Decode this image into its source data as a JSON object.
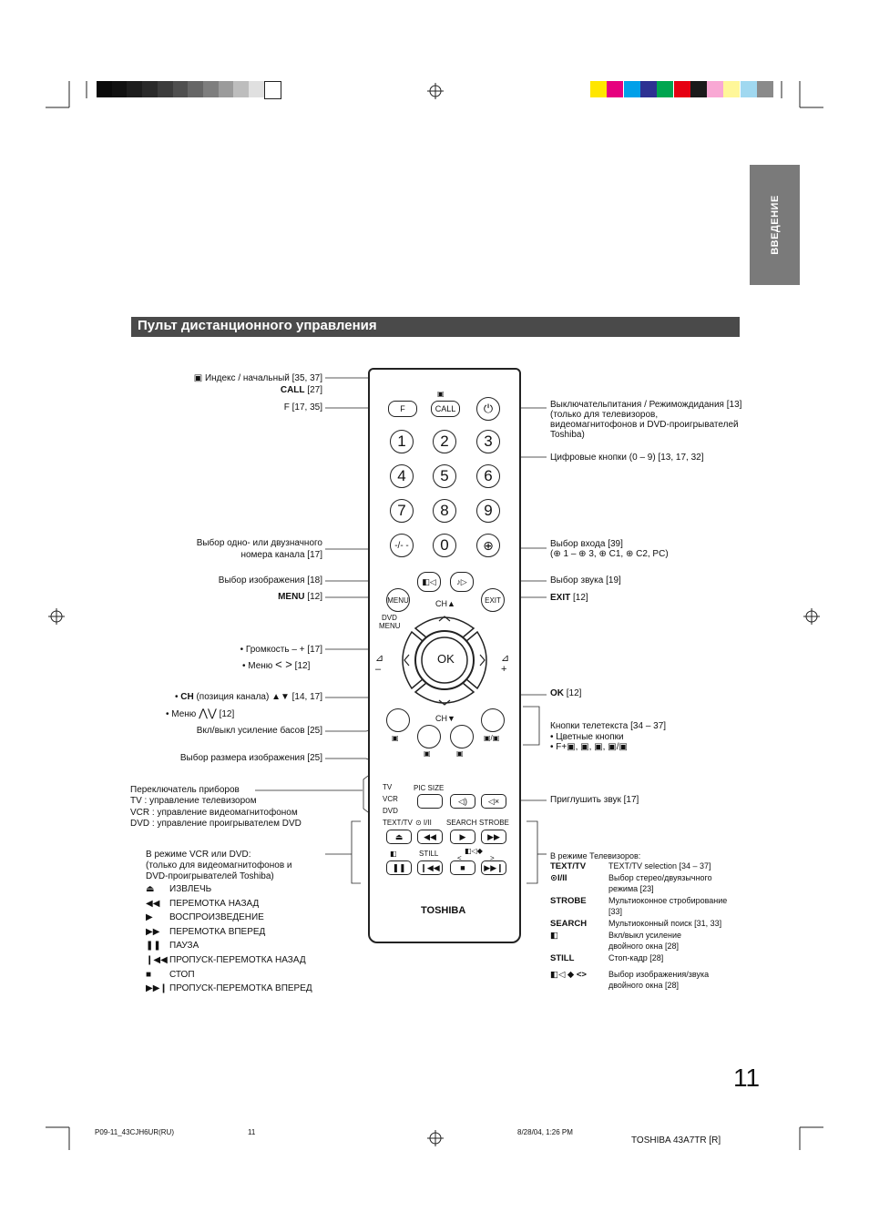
{
  "colors": {
    "grayscale": [
      "#0a0a0a",
      "#111111",
      "#1d1d1d",
      "#2a2a2a",
      "#3c3c3c",
      "#4f4f4f",
      "#666666",
      "#7e7e7e",
      "#9b9b9b",
      "#bdbdbd",
      "#e0e0e0",
      "#ffffff"
    ],
    "color_bar": [
      "#ffe600",
      "#e6007e",
      "#00a0e9",
      "#2e3192",
      "#00a650",
      "#e60012",
      "#1a1a1a",
      "#f9a8d4",
      "#fff799",
      "#a0d8f0",
      "#8a8a8a"
    ]
  },
  "side_tab": "ВВЕДЕНИЕ",
  "section_title": "Пульт дистанционного управления",
  "left_labels": {
    "index": "Индекс / начальный [35, 37]",
    "call": "CALL",
    "call_ref": "[27]",
    "f": "F [17, 35]",
    "digit_select_1": "Выбор одно- или двузначного",
    "digit_select_2": "номера канала [17]",
    "pic_select": "Выбор изображения [18]",
    "menu": "MENU",
    "menu_ref": "[12]",
    "volume": "• Громкость – + [17]",
    "menu_lr": "• Меню",
    "menu_lr_ref": "[12]",
    "ch_pre": "• ",
    "ch": "CH",
    "ch_text": " (позиция канала) ▲▼  [14, 17]",
    "menu_ud": "• Меню",
    "menu_ud_ref": "[12]",
    "bass": "Вкл/выкл усиление басов [25]",
    "pic_size": "Выбор размера изображения [25]",
    "switch_1": "Переключатель приборов",
    "switch_2": "TV : управление телевизором",
    "switch_3": "VCR : управление видеомагнитофоном",
    "switch_4": "DVD : управление проигрывателем DVD",
    "vcr_1": "В режиме VCR или DVD:",
    "vcr_2": "(только для видеомагнитофонов и",
    "vcr_3": "DVD-проигрывателей Toshiba)",
    "vcr_items": [
      {
        "icon": "⏏",
        "text": "ИЗВЛЕЧЬ"
      },
      {
        "icon": "◀◀",
        "text": "ПЕРЕМОТКА НАЗАД"
      },
      {
        "icon": "▶",
        "text": "ВОСПРОИЗВЕДЕНИЕ"
      },
      {
        "icon": "▶▶",
        "text": "ПЕРЕМОТКА ВПЕРЕД"
      },
      {
        "icon": "❚❚",
        "text": "ПАУЗА"
      },
      {
        "icon": "❙◀◀",
        "text": "ПРОПУСК-ПЕРЕМОТКА НАЗАД"
      },
      {
        "icon": "■",
        "text": "СТОП"
      },
      {
        "icon": "▶▶❙",
        "text": "ПРОПУСК-ПЕРЕМОТКА ВПЕРЕД"
      }
    ]
  },
  "right_labels": {
    "power_1": "Выключательпитания / Режимождидания [13]",
    "power_2": "(только для телевизоров,",
    "power_3": "видеомагнитофонов и DVD-проигрывателей",
    "power_4": "Toshiba)",
    "digits": "Цифровые кнопки (0 – 9) [13, 17, 32]",
    "input_1": "Выбор входа [39]",
    "input_2": "(⊕ 1 – ⊕ 3,  ⊕ C1,  ⊕ C2,  PC)",
    "sound": "Выбор звука [19]",
    "exit": "EXIT",
    "exit_ref": "[12]",
    "ok": "OK",
    "ok_ref": "[12]",
    "teletext_1": "Кнопки телетекста [34 – 37]",
    "teletext_2": "• Цветные кнопки",
    "teletext_3": "• F+▣, ▣, ▣,  ▣/▣",
    "mute": "Приглушить звук [17]",
    "tv_mode": "В режиме Телевизоров:",
    "tv_items": [
      {
        "key": "TEXT/TV",
        "desc1": "TEXT/TV selection [34 – 37]",
        "desc2": ""
      },
      {
        "key": "⊙I/II",
        "desc1": "Выбор стерео/двуязычного",
        "desc2": "режима [23]"
      },
      {
        "key": "STROBE",
        "desc1": "Мультиоконное стробирование",
        "desc2": "[33]"
      },
      {
        "key": "SEARCH",
        "desc1": "Мультиоконный поиск [31, 33]",
        "desc2": ""
      },
      {
        "key": "◧",
        "desc1": "Вкл/выкл усиление",
        "desc2": "двойного окна [28]"
      },
      {
        "key": "STILL",
        "desc1": "Стоп-кадр [28]",
        "desc2": ""
      },
      {
        "key": "◧◁ ◆ <>",
        "desc1": "Выбор изображения/звука",
        "desc2": "двойного окна [28]"
      }
    ]
  },
  "remote": {
    "call_label": "CALL",
    "f_label": "F",
    "digits": [
      "1",
      "2",
      "3",
      "4",
      "5",
      "6",
      "7",
      "8",
      "9",
      "-/- -",
      "0",
      "⊕"
    ],
    "menu": "MENU",
    "exit": "EXIT",
    "ch_up": "CH▲",
    "ch_down": "CH▼",
    "dvd_menu_1": "DVD",
    "dvd_menu_2": "MENU",
    "ok": "OK",
    "pic_size": "PIC SIZE",
    "tv": "TV",
    "vcr": "VCR",
    "dvd": "DVD",
    "text_tv": "TEXT/TV",
    "stereo": "⊙ I/II",
    "search": "SEARCH",
    "strobe": "STROBE",
    "still": "STILL",
    "brand": "TOSHIBA"
  },
  "page_number": "11",
  "footer": {
    "file": "P09-11_43CJH6UR(RU)",
    "page": "11",
    "date": "8/28/04, 1:26 PM",
    "model": "TOSHIBA 43A7TR [R]"
  }
}
